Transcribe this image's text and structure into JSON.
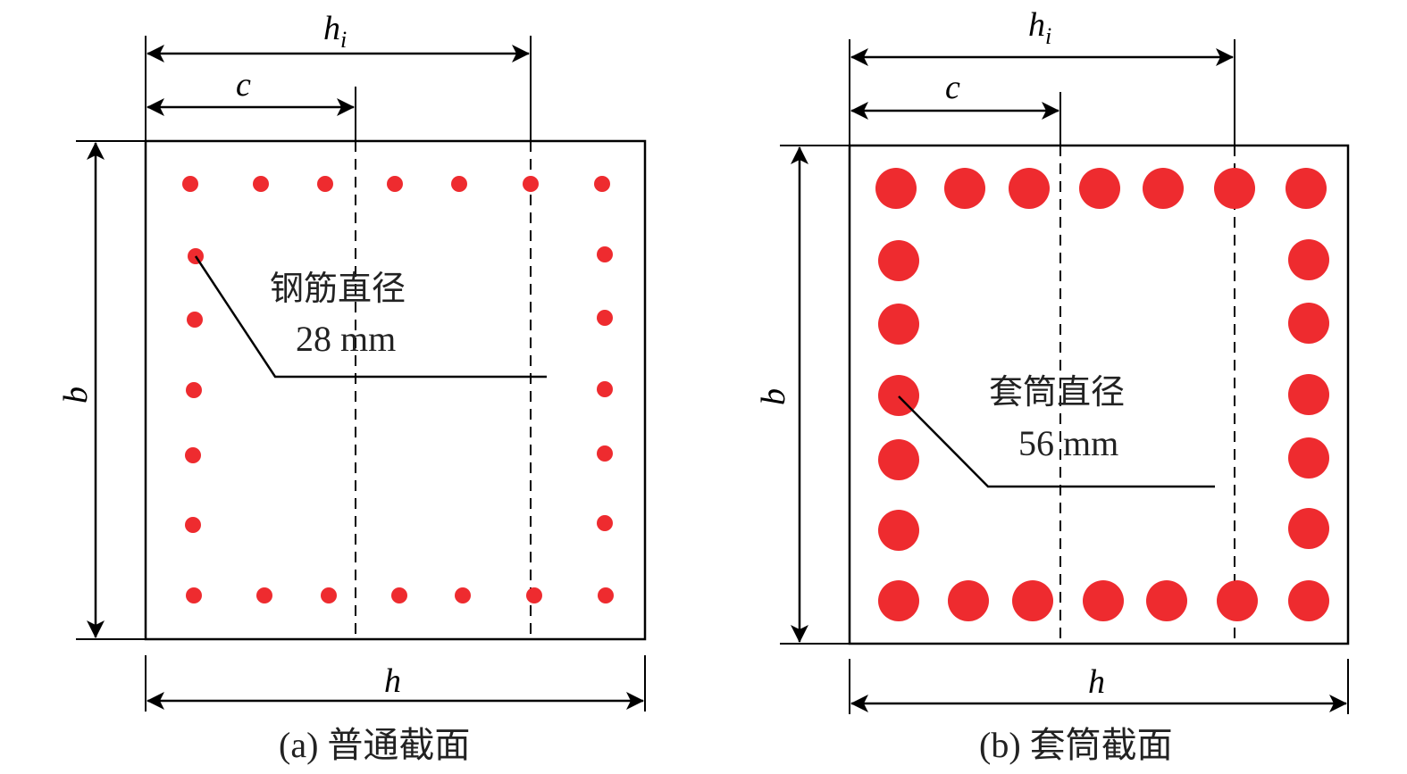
{
  "panels": [
    {
      "id": "a",
      "label_hi_main": "h",
      "label_hi_sub": "i",
      "label_c": "c",
      "label_b": "b",
      "label_h": "h",
      "annotation_line1": "钢筋直径",
      "annotation_line2": "28 mm",
      "caption": "(a) 普通截面",
      "dot_color": "#ee2b2f"
    },
    {
      "id": "b",
      "label_hi_main": "h",
      "label_hi_sub": "i",
      "label_c": "c",
      "label_b": "b",
      "label_h": "h",
      "annotation_line1": "套筒直径",
      "annotation_line2": "56 mm",
      "caption": "(b) 套筒截面",
      "dot_color": "#ee2b2f"
    }
  ]
}
